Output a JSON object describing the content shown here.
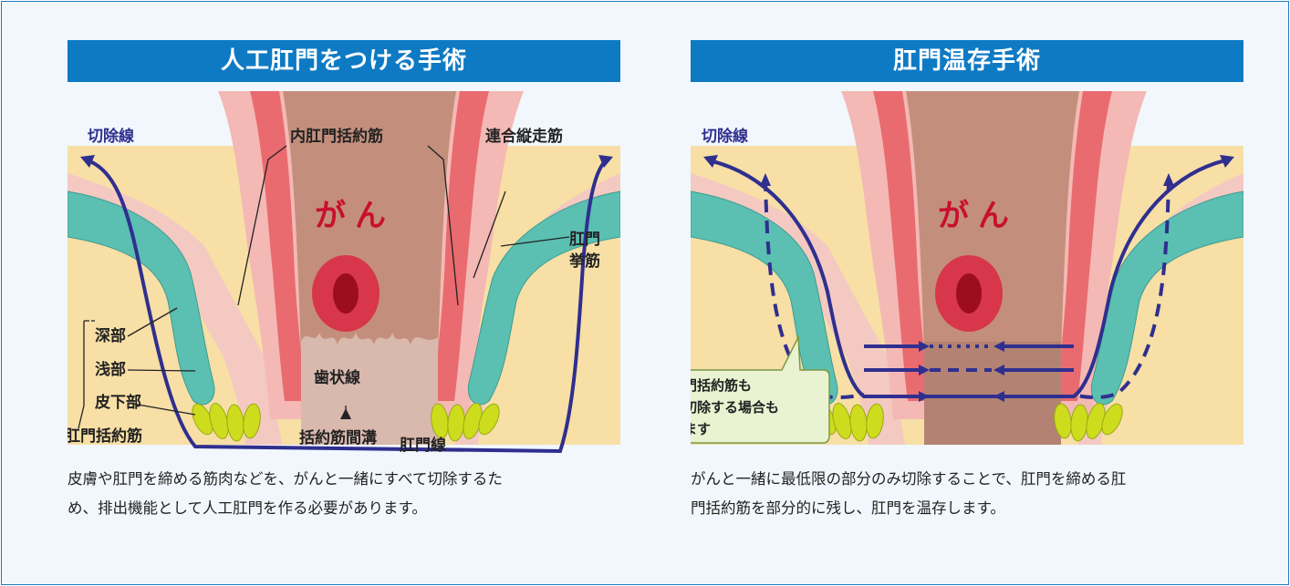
{
  "panels": [
    {
      "heading": "人工肛門をつける手術",
      "caption": "皮膚や肛門を締める筋肉などを、がんと一緒にすべて切除するた\nめ、排出機能として人工肛門を作る必要があります。",
      "labels": {
        "cut_line": "切除線",
        "cancer": "がん",
        "internal_sphincter": "内肛門括約筋",
        "longitudinal_muscle": "連合縦走筋",
        "levator_ani_1": "肛門",
        "levator_ani_2": "挙筋",
        "deep": "深部",
        "superficial": "浅部",
        "subcutaneous": "皮下部",
        "external_sphincter": "外肛門括約筋",
        "dentate_line": "歯状線",
        "intersphincteric_groove": "括約筋間溝",
        "anal_verge": "肛門線"
      }
    },
    {
      "heading": "肛門温存手術",
      "caption": "がんと一緒に最低限の部分のみ切除することで、肛門を締める肛\n門括約筋を部分的に残し、肛門を温存します。",
      "labels": {
        "cut_line": "切除線",
        "cancer": "がん",
        "callout_1": "外肛門括約筋も",
        "callout_2": "一部切除する場合も",
        "callout_3": "あります"
      }
    }
  ],
  "colors": {
    "frame_border": "#1f7bbf",
    "frame_bg": "#f1f7fc",
    "heading_bg": "#0e7ac4",
    "skin": "#f7dfa6",
    "pink_tissue": "#f4b9b4",
    "rectum_wall": "#e96b70",
    "lumen": "#c38f7c",
    "levator": "#5bbfb2",
    "sphincter_lobes": "#cddd1e",
    "tumor": "#d7364b",
    "cut_line": "#2f2f8f",
    "cancer_text": "#c8102e",
    "callout_bg": "#e9f3d1",
    "callout_border": "#7a9a44"
  }
}
